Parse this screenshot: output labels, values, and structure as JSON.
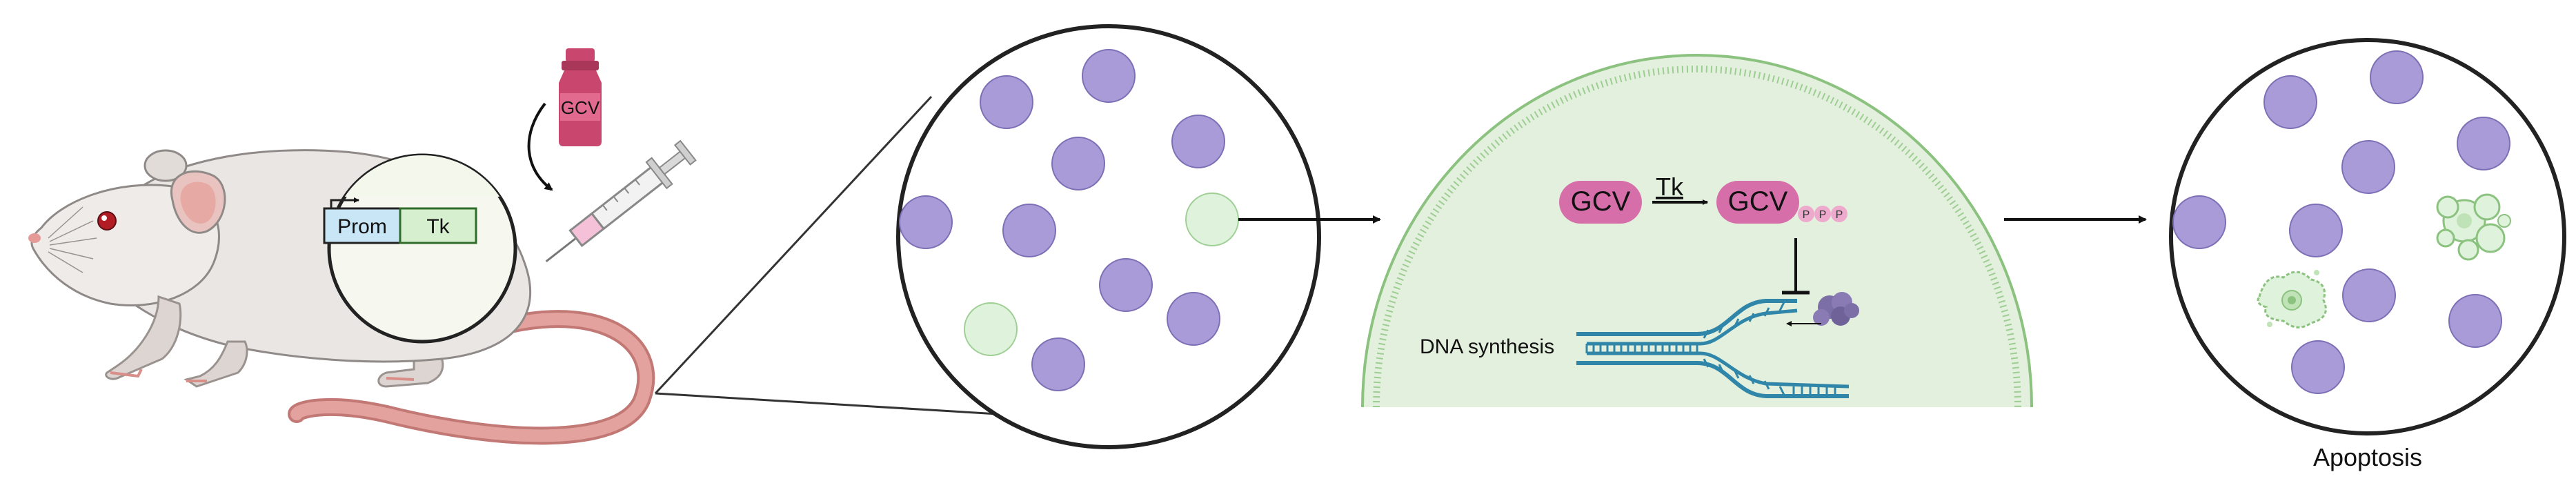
{
  "vial": {
    "label": "GCV"
  },
  "construct": {
    "promoter": "Prom",
    "gene": "Tk"
  },
  "reaction": {
    "substrate": "GCV",
    "enzyme": "Tk",
    "product": "GCV",
    "phosphates": [
      "P",
      "P",
      "P"
    ]
  },
  "dna": {
    "label": "DNA synthesis"
  },
  "outcome": {
    "label": "Apoptosis"
  },
  "colors": {
    "cell_purple": "#a99ad8",
    "cell_green": "#dff3dc",
    "pill": "#d66fa9",
    "dna_blue": "#2f86a8",
    "vial": "#c9476e",
    "mouse_body": "#e9e6e3",
    "tail": "#d98e8a"
  }
}
